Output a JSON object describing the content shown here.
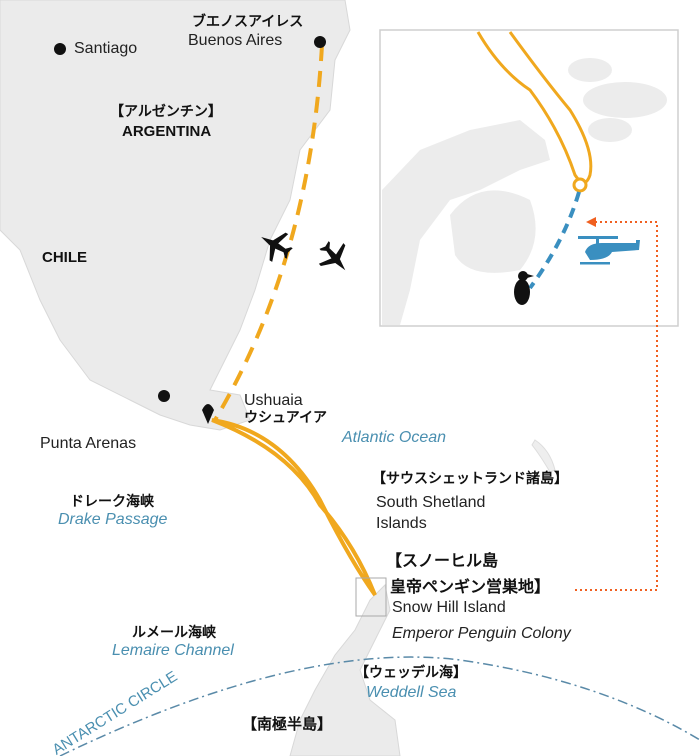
{
  "cities": {
    "santiago": "Santiago",
    "buenos_aires_jp": "ブエノスアイレス",
    "buenos_aires": "Buenos Aires",
    "ushuaia": "Ushuaia",
    "ushuaia_jp": "ウシュアイア",
    "punta_arenas": "Punta Arenas"
  },
  "countries": {
    "argentina_jp": "【アルゼンチン】",
    "argentina": "ARGENTINA",
    "chile": "CHILE"
  },
  "seas": {
    "atlantic": "Atlantic Ocean",
    "drake_jp": "ドレーク海峡",
    "drake": "Drake Passage",
    "lemaire_jp": "ルメール海峡",
    "lemaire": "Lemaire Channel",
    "weddell_jp": "【ウェッデル海】",
    "weddell": "Weddell Sea"
  },
  "places": {
    "south_shetland_jp": "【サウスシェットランド諸島】",
    "south_shetland_1": "South Shetland",
    "south_shetland_2": "Islands",
    "snow_hill_jp_1": "【スノーヒル島",
    "snow_hill_jp_2": "皇帝ペンギン営巣地】",
    "snow_hill": "Snow Hill Island",
    "emperor_colony": "Emperor Penguin Colony",
    "antarctic_peninsula_jp": "【南極半島】",
    "antarctic_circle": "ANTARCTIC CIRCLE"
  },
  "colors": {
    "route_ship": "#f0a81e",
    "route_flight": "#f0a81e",
    "route_heli": "#3a8fc0",
    "pointer": "#f06020",
    "land": "#e9e9e9",
    "sea_text": "#4a8fb0"
  }
}
